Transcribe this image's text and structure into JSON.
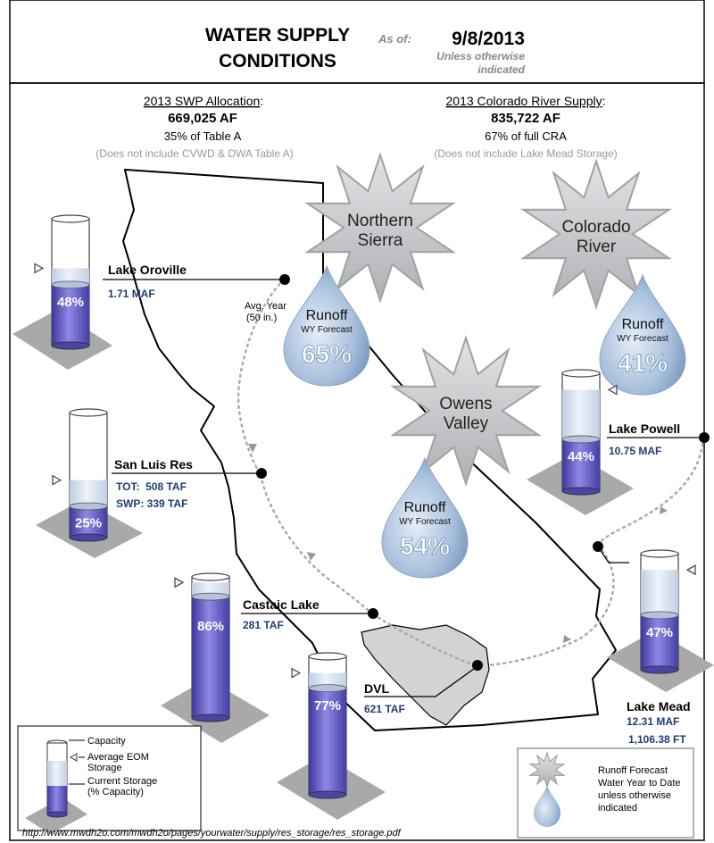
{
  "header": {
    "title_line1": "WATER SUPPLY",
    "title_line2": "CONDITIONS",
    "as_of_label": "As of:",
    "date": "9/8/2013",
    "note_line1": "Unless otherwise",
    "note_line2": "indicated"
  },
  "swp": {
    "title": "2013 SWP Allocation",
    "title_colon": ":",
    "amount": "669,025 AF",
    "percent_text": "35% of Table A",
    "note": "(Does not include CVWD & DWA Table A)"
  },
  "colorado": {
    "title": "2013 Colorado River Supply",
    "title_colon": ":",
    "amount": "835,722 AF",
    "percent_text": "67% of full CRA",
    "note": "(Does not include Lake Mead Storage)"
  },
  "runoff": [
    {
      "name_line1": "Northern",
      "name_line2": "Sierra",
      "label": "Runoff",
      "sublabel": "WY Forecast",
      "value": "65%"
    },
    {
      "name_line1": "Colorado",
      "name_line2": "River",
      "label": "Runoff",
      "sublabel": "WY Forecast",
      "value": "41%"
    },
    {
      "name_line1": "Owens",
      "name_line2": "Valley",
      "label": "Runoff",
      "sublabel": "WY Forecast",
      "value": "54%"
    }
  ],
  "avg_year": {
    "line1": "Avg. Year",
    "line2": "(50 in.)"
  },
  "reservoirs": [
    {
      "name": "Lake Oroville",
      "lines": [
        "1.71 MAF"
      ],
      "percent_label": "48%",
      "storage_fraction": 0.48,
      "eom_fraction": 0.61
    },
    {
      "name": "San Luis Res",
      "lines": [
        "TOT:  508 TAF",
        "SWP: 339 TAF"
      ],
      "percent_label": "25%",
      "storage_fraction": 0.25,
      "eom_fraction": 0.46
    },
    {
      "name": "Castaic Lake",
      "lines": [
        "281 TAF"
      ],
      "percent_label": "86%",
      "storage_fraction": 0.86,
      "eom_fraction": 0.96
    },
    {
      "name": "DVL",
      "lines": [
        "621 TAF"
      ],
      "percent_label": "77%",
      "storage_fraction": 0.77,
      "eom_fraction": 0.88
    },
    {
      "name": "Lake Powell",
      "lines": [
        "10.75 MAF"
      ],
      "percent_label": "44%",
      "storage_fraction": 0.44,
      "eom_fraction": 0.86
    },
    {
      "name": "Lake Mead",
      "lines": [
        "12.31 MAF",
        "1,106.38 FT"
      ],
      "percent_label": "47%",
      "storage_fraction": 0.47,
      "eom_fraction": 0.86
    }
  ],
  "legend": {
    "capacity": "Capacity",
    "eom_line1": "Average EOM",
    "eom_line2": "Storage",
    "current_line1": "Current Storage",
    "current_line2": "(% Capacity)"
  },
  "runoff_legend": {
    "line1": "Runoff Forecast",
    "line2": "Water Year to Date",
    "line3": "unless otherwise",
    "line4": "indicated"
  },
  "source_url": "http://www.mwdh2o.com/mwdh2o/pages/yourwater/supply/res_storage/res_storage.pdf",
  "colors": {
    "storage": "#7a72d6",
    "storage_dark": "#4b44a8",
    "tube_empty": "#dfe8f4",
    "shadow": "#a9a9a9",
    "accent_blue": "#1f3e72",
    "snow": "#c4c6c9",
    "drop": "#9fb9d6"
  }
}
